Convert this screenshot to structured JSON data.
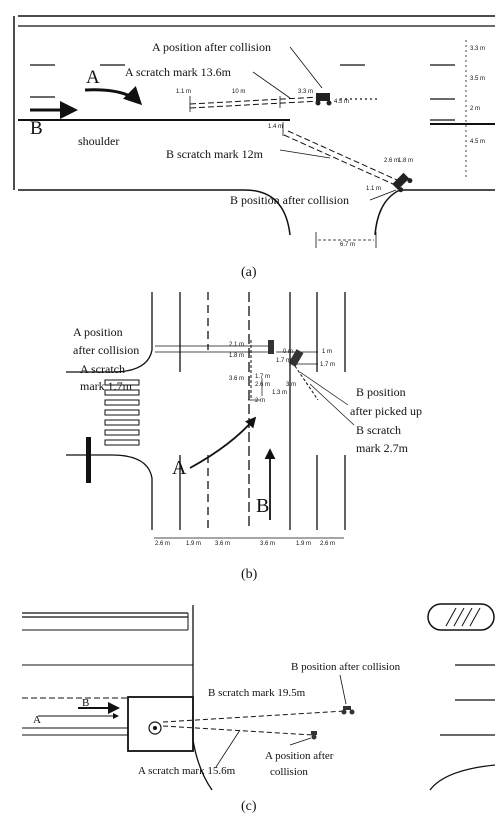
{
  "panel_a": {
    "caption": "(a)",
    "label_A": "A",
    "label_B": "B",
    "shoulder": "shoulder",
    "a_pos": "A position after collision",
    "a_scratch": "A scratch mark 13.6m",
    "b_scratch": "B scratch mark 12m",
    "b_pos": "B position after collision",
    "dims": {
      "d1": "1.1 m",
      "d2": "10 m",
      "d3": "3.3 m",
      "d4": "4.5 m",
      "d5": "1.4 m",
      "d6": "2.6 m",
      "d7": "1.8 m",
      "d8": "1.1 m",
      "d9": "6.7 m",
      "r1": "3.3 m",
      "r2": "3.5 m",
      "r3": "2 m",
      "r4": "4.5 m"
    }
  },
  "panel_b": {
    "caption": "(b)",
    "label_A": "A",
    "label_B": "B",
    "a_pos_1": "A position",
    "a_pos_2": "after collision",
    "a_scr_1": "A scratch",
    "a_scr_2": "mark 1.7m",
    "b_pos_1": "B position",
    "b_pos_2": "after picked up",
    "b_scr_1": "B scratch",
    "b_scr_2": "mark 2.7m",
    "dims": {
      "v1": "2.1 m",
      "v2": "1.8 m",
      "v3": "1.7 m",
      "v4": "1.7 m",
      "v5": "3.6 m",
      "v6": "2.6 m",
      "v7": "3 m",
      "v8": "1.3 m",
      "v9": "2 m",
      "v10": "1 m",
      "v11": "1.7 m",
      "v12": "0 m"
    },
    "bottom_dims": [
      "2.6 m",
      "1.9 m",
      "3.6 m",
      "3.6 m",
      "1.9 m",
      "2.6 m"
    ]
  },
  "panel_c": {
    "caption": "(c)",
    "label_A": "A",
    "label_B": "B",
    "b_pos": "B position after collision",
    "b_scratch": "B scratch mark 19.5m",
    "a_scratch": "A scratch mark 15.6m",
    "a_pos_1": "A position after",
    "a_pos_2": "collision"
  }
}
